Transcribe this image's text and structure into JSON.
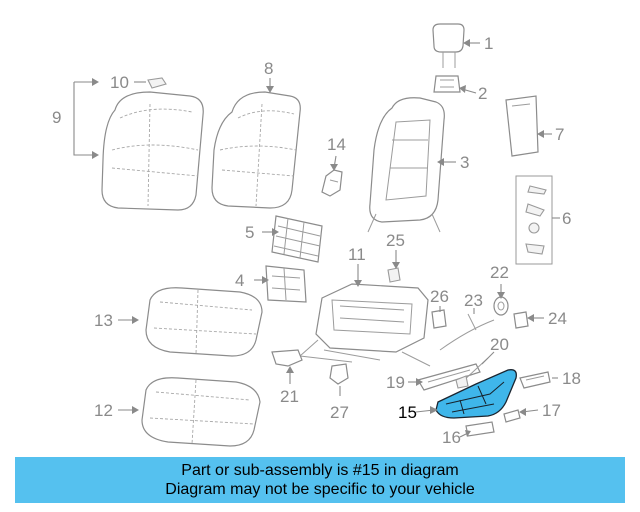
{
  "diagram": {
    "highlight_color": "#3fb6ea",
    "callouts": {
      "c1": "1",
      "c2": "2",
      "c3": "3",
      "c4": "4",
      "c5": "5",
      "c6": "6",
      "c7": "7",
      "c8": "8",
      "c9": "9",
      "c10": "10",
      "c11": "11",
      "c12": "12",
      "c13": "13",
      "c14": "14",
      "c15": "15",
      "c16": "16",
      "c17": "17",
      "c18": "18",
      "c19": "19",
      "c20": "20",
      "c21": "21",
      "c22": "22",
      "c23": "23",
      "c24": "24",
      "c25": "25",
      "c26": "26",
      "c27": "27"
    }
  },
  "banner": {
    "line1": "Part or sub-assembly is #15 in diagram",
    "line2": "Diagram may not be specific to your vehicle",
    "color": "#55c1ef"
  }
}
